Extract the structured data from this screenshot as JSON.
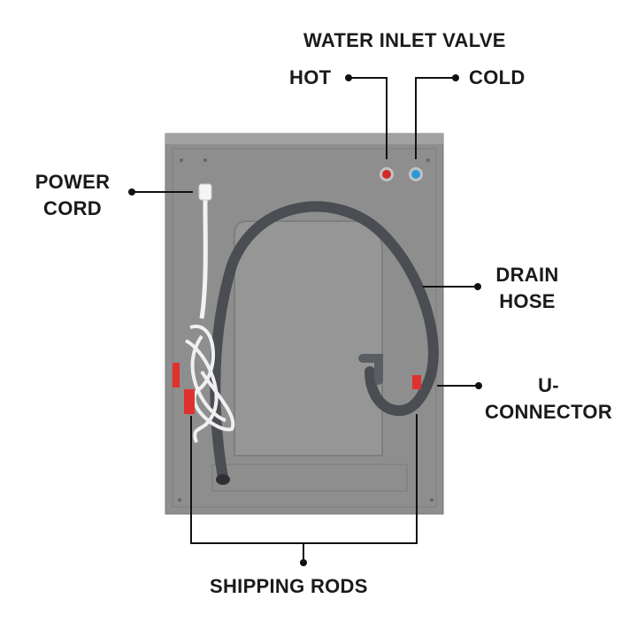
{
  "title": "WATER INLET VALVE",
  "callouts": {
    "hot": "HOT",
    "cold": "COLD",
    "power_cord_line1": "POWER",
    "power_cord_line2": "CORD",
    "drain_hose_line1": "DRAIN",
    "drain_hose_line2": "HOSE",
    "u_connector_line1": "U-",
    "u_connector_line2": "CONNECTOR",
    "shipping_rods": "SHIPPING RODS"
  },
  "colors": {
    "panel": "#8e8e8e",
    "hot_valve": "#d02a2a",
    "cold_valve": "#2a9ad6",
    "hose": "#4a4d52",
    "leader_line": "#111111"
  }
}
